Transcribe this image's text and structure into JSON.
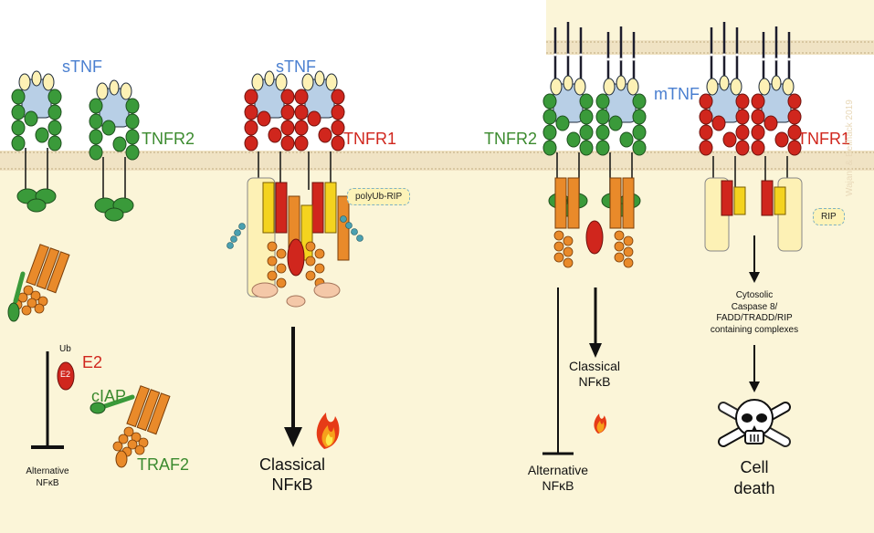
{
  "labels": {
    "stnf_left": "sTNF",
    "tnfr2_left": "TNFR2",
    "stnf_mid": "sTNF",
    "tnfr1_mid": "TNFR1",
    "polyub_rip": "polyUb-RIP",
    "mtnf": "mTNF",
    "tnfr2_right": "TNFR2",
    "tnfr1_right": "TNFR1",
    "rip": "RIP",
    "ub": "Ub",
    "e2_bead": "E2",
    "e2": "E2",
    "ciap": "cIAP",
    "traf2": "TRAF2",
    "alt_nfkb_left_1": "Alternative",
    "alt_nfkb_left_2": "NFκB",
    "classical_mid_1": "Classical",
    "classical_mid_2": "NFκB",
    "classical_right_1": "Classical",
    "classical_right_2": "NFκB",
    "alt_right_1": "Alternative",
    "alt_right_2": "NFκB",
    "cytosolic": "Cytosolic\nCaspase 8/\nFADD/TRADD/RIP\ncontaining complexes",
    "cell_death_1": "Cell",
    "cell_death_2": "death",
    "watermark": "Wajant & Beilhack 2019"
  },
  "colors": {
    "cytoplasm": "#fbf5d8",
    "membrane": "#f0e3c4",
    "green_domain": "#3a9a3a",
    "red_domain": "#d0261d",
    "blue_ligand": "#b8cfe6",
    "yellow_ligand": "#fdf1b5",
    "orange_traf": "#e98a2a",
    "yellow_dd": "#f4d31f",
    "inhibition": "#111111"
  },
  "icons": [
    "fire-icon",
    "skull-icon"
  ]
}
